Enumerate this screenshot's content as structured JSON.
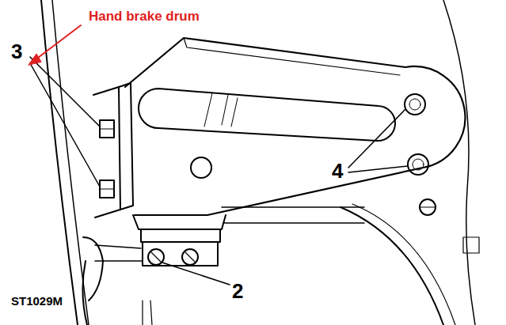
{
  "diagram": {
    "labels": [
      "Hand brake drum",
      "3",
      "4",
      "2",
      "ST1029M"
    ]
  }
}
